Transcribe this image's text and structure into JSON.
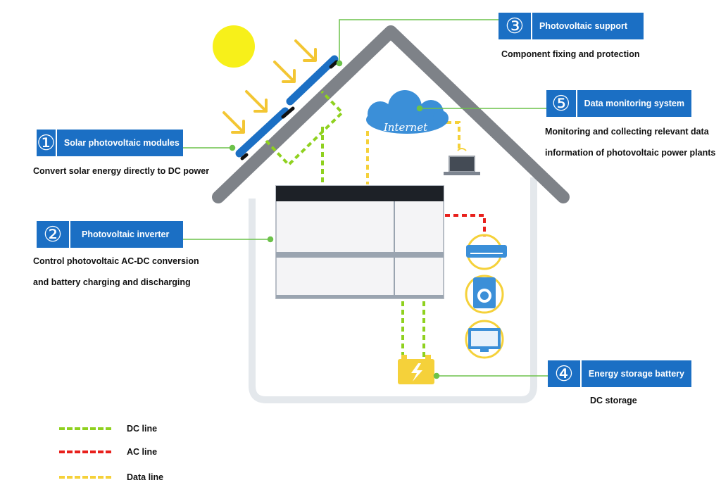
{
  "callouts": [
    {
      "number": "①",
      "title": "Solar photovoltaic modules",
      "desc": [
        "Convert solar energy directly to DC power"
      ]
    },
    {
      "number": "②",
      "title": "Photovoltaic inverter",
      "desc": [
        "Control photovoltaic AC-DC conversion",
        "and battery charging and discharging"
      ]
    },
    {
      "number": "③",
      "title": "Photovoltaic support",
      "desc": [
        "Component fixing and protection"
      ]
    },
    {
      "number": "④",
      "title": "Energy storage battery",
      "desc": [
        "DC storage"
      ]
    },
    {
      "number": "⑤",
      "title": "Data monitoring system",
      "desc": [
        "Monitoring and collecting relevant data",
        "information of photovoltaic power plants"
      ]
    }
  ],
  "internet_label": "Internet",
  "legend": [
    {
      "label": "DC line",
      "color": "#8fd11f"
    },
    {
      "label": "AC line",
      "color": "#e8201c"
    },
    {
      "label": "Data line",
      "color": "#f5d13a"
    }
  ],
  "colors": {
    "accent_blue": "#1b6fc4",
    "roof_gray": "#7e8288",
    "sun": "#f7f01a",
    "arrow": "#f3c633",
    "callout_line": "#6cc24a"
  }
}
